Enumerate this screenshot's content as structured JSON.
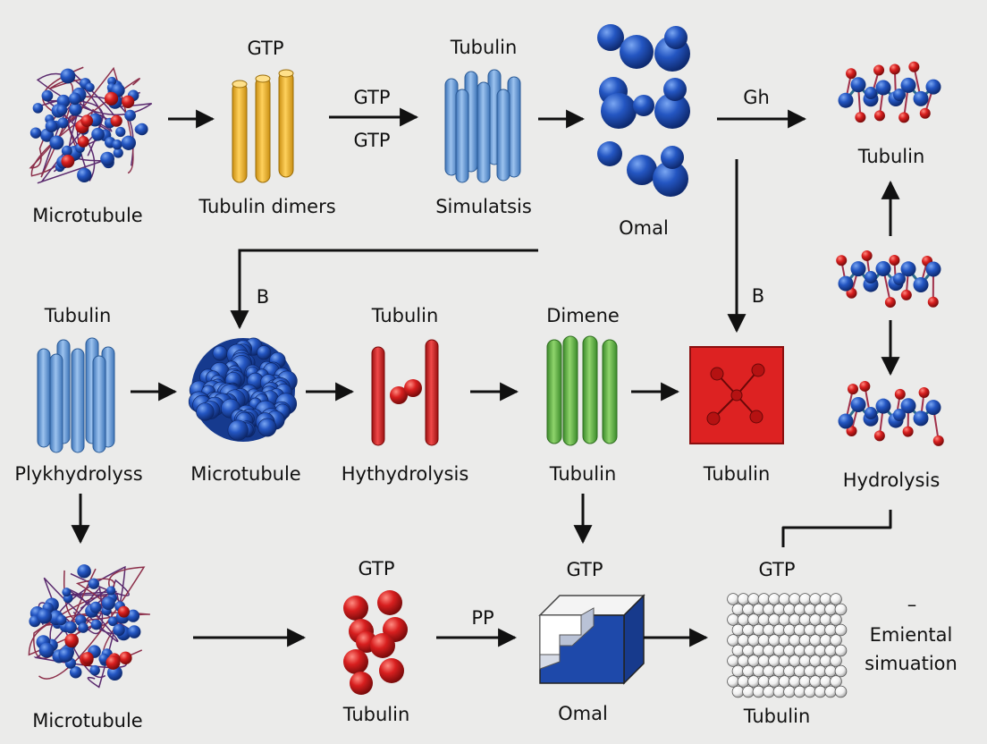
{
  "row1": {
    "microtubule_label": "Microtubule",
    "dimers_top": "GTP",
    "dimers_label": "Tubulin dimers",
    "arrow_gtp_top": "GTP",
    "arrow_gtp_bottom": "GTP",
    "bundle_top": "Tubulin",
    "bundle_label": "Simulatsis",
    "spheres_label": "Omal",
    "arrow_gh": "Gh",
    "right_tubulin_label": "Tubulin"
  },
  "row2": {
    "bundle_top": "Tubulin",
    "bundle_label": "Plykhydrolyss",
    "feedback_b": "B",
    "ball_label": "Microtubule",
    "red_top": "Tubulin",
    "red_label": "Hythydrolysis",
    "green_top": "Dimene",
    "green_label": "Tubulin",
    "down_b": "B",
    "square_label": "Tubulin",
    "right_label": "Hydrolysis"
  },
  "row3": {
    "microtubule_label": "Microtubule",
    "red_cluster_top": "GTP",
    "red_cluster_label": "Tubulin",
    "arrow_pp": "PP",
    "block_top": "GTP",
    "block_label": "Omal",
    "white_top": "GTP",
    "white_label": "Tubulin",
    "dash": "–",
    "note_line1": "Emiental",
    "note_line2": "simuation"
  },
  "colors": {
    "background": "#ebebea",
    "blue_sphere": "#1f4fb4",
    "red_sphere": "#cc1e1e",
    "yellow_rod": "#f0b429",
    "blue_rod": "#6b9fd8",
    "red_rod": "#d42a2a",
    "green_rod": "#63b045",
    "red_square": "#dd2222",
    "block_blue": "#1e49aa"
  }
}
